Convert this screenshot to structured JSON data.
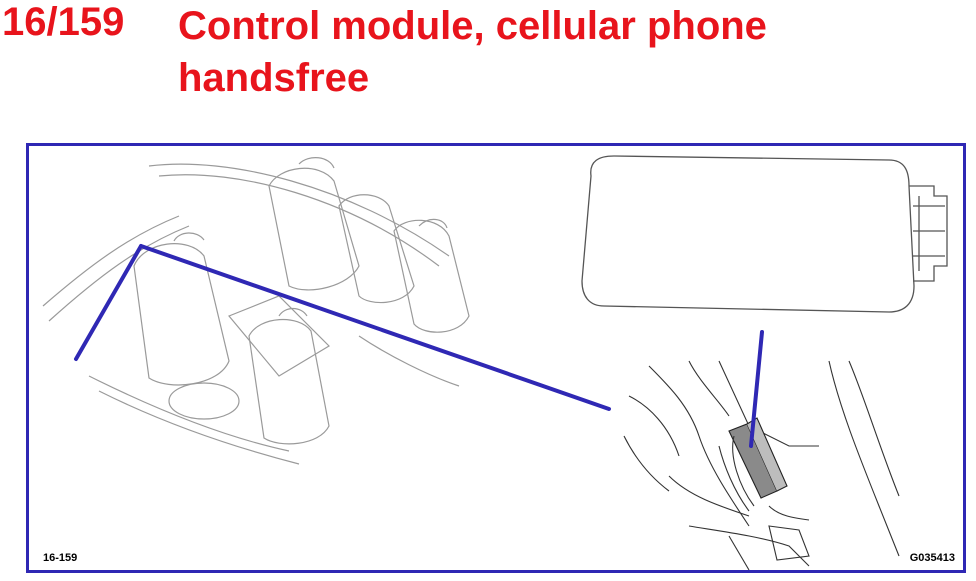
{
  "header": {
    "code": "16/159",
    "title": "Control module, cellular phone handsfree"
  },
  "figure": {
    "ref_label": "16-159",
    "image_code": "G035413",
    "line_color": "#2f28b4",
    "title_color": "#e8141c"
  }
}
